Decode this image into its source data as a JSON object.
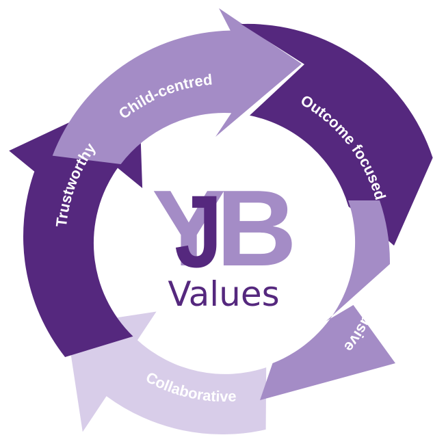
{
  "colors": {
    "light": "#a48cc6",
    "dark": "#55287e",
    "pale": "#d8cde9",
    "logo_light": "#a48cc6",
    "logo_dark": "#55287e",
    "label_text": "#ffffff"
  },
  "logo": {
    "letters": [
      "Y",
      "J",
      "B"
    ],
    "caption": "Values"
  },
  "segments": [
    {
      "id": "child-centred",
      "label": "Child-centred",
      "shade": "light"
    },
    {
      "id": "outcome-focused",
      "label": "Outcome focused",
      "shade": "dark"
    },
    {
      "id": "inclusive",
      "label": "Inclusive",
      "shade": "light"
    },
    {
      "id": "collaborative",
      "label": "Collaborative",
      "shade": "pale"
    },
    {
      "id": "trustworthy",
      "label": "Trustworthy",
      "shade": "dark"
    }
  ]
}
